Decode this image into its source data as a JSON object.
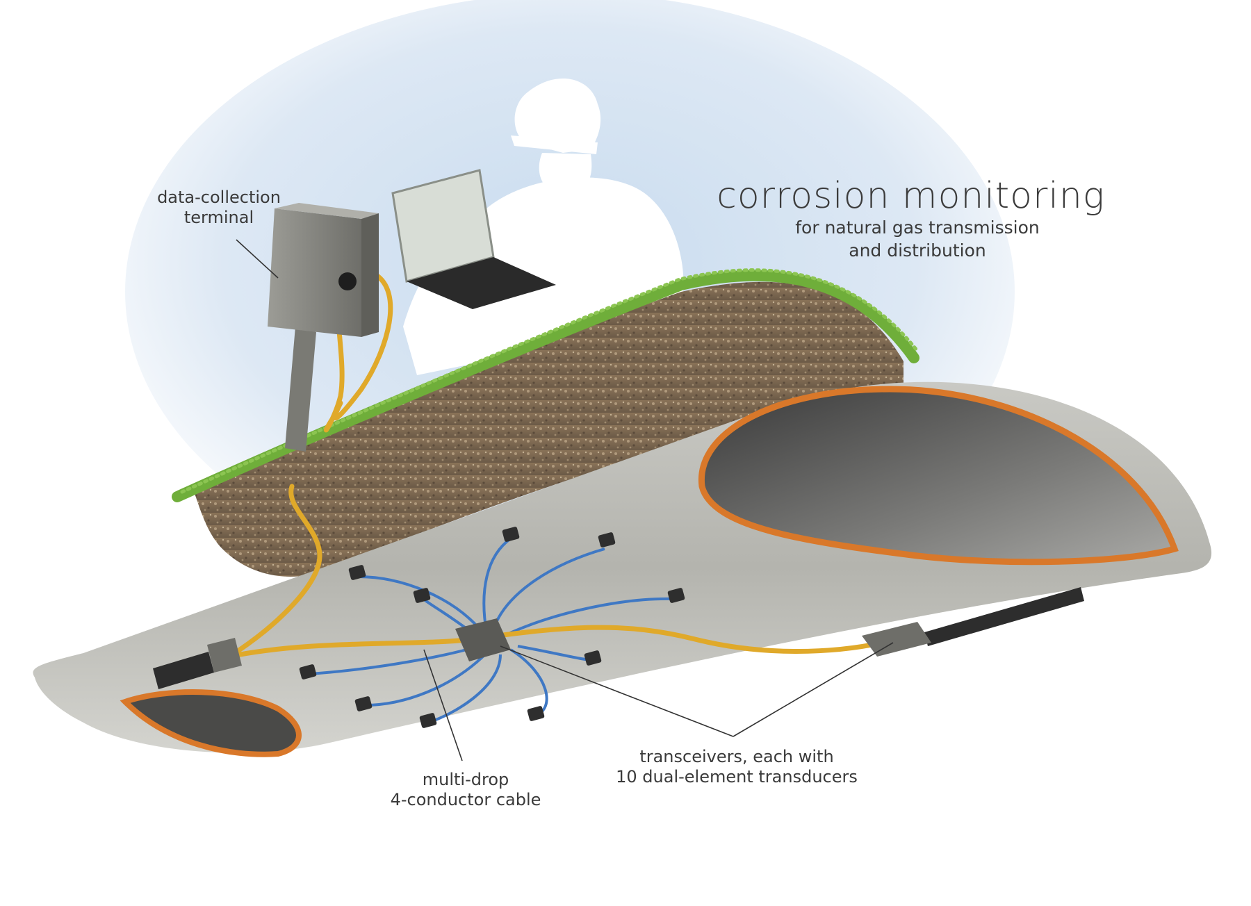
{
  "title": "corrosion monitoring",
  "subtitle": {
    "line1": "for natural gas transmission",
    "line2": "and distribution"
  },
  "labels": {
    "terminal": {
      "line1": "data-collection",
      "line2": "terminal"
    },
    "cable": {
      "line1": "multi-drop",
      "line2": "4-conductor cable"
    },
    "transceivers": {
      "line1": "transceivers, each with",
      "line2": "10 dual-element transducers"
    }
  },
  "colors": {
    "sky": "#c9dcef",
    "grass": "#6fae3a",
    "soil": "#7a6650",
    "pipe": "#b8b8b2",
    "pipe_rim": "#d9782a",
    "cable_yellow": "#e0a92a",
    "cable_blue": "#3f78c4",
    "box": "#8c8c86",
    "silhouette": "#ffffff"
  }
}
